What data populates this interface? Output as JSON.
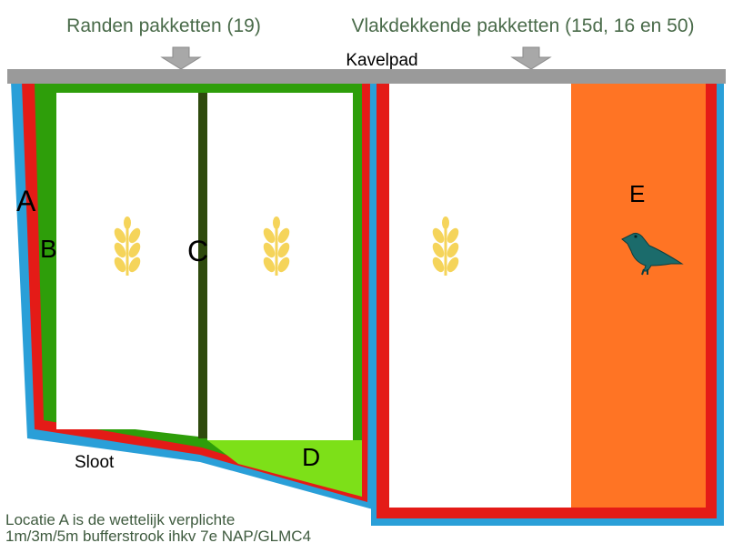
{
  "header": {
    "left_title": "Randen pakketten (19)",
    "right_title": "Vlakdekkende pakketten (15d, 16 en 50)",
    "path_label": "Kavelpad"
  },
  "labels": {
    "a": "A",
    "b": "B",
    "c": "C",
    "d": "D",
    "e": "E",
    "ditch": "Sloot"
  },
  "footnote": {
    "line1": "Locatie A is de wettelijk verplichte",
    "line2": "1m/3m/5m bufferstrook ihkv 7e NAP/GLMC4"
  },
  "icons": [
    "wheat-icon",
    "wheat-icon",
    "wheat-icon",
    "bird-icon"
  ],
  "colors": {
    "path": "#9a9a9a",
    "arrow": "#a8a8a8",
    "ditch_blue": "#2a9fd8",
    "red_border": "#e41b17",
    "green_edge": "#2e9e0a",
    "dark_green_line": "#2e4a0d",
    "light_green": "#7de018",
    "orange": "#ff7424",
    "wheat": "#f5d45a",
    "bird": "#1b6b6b",
    "header_text": "#4a6b4a"
  }
}
